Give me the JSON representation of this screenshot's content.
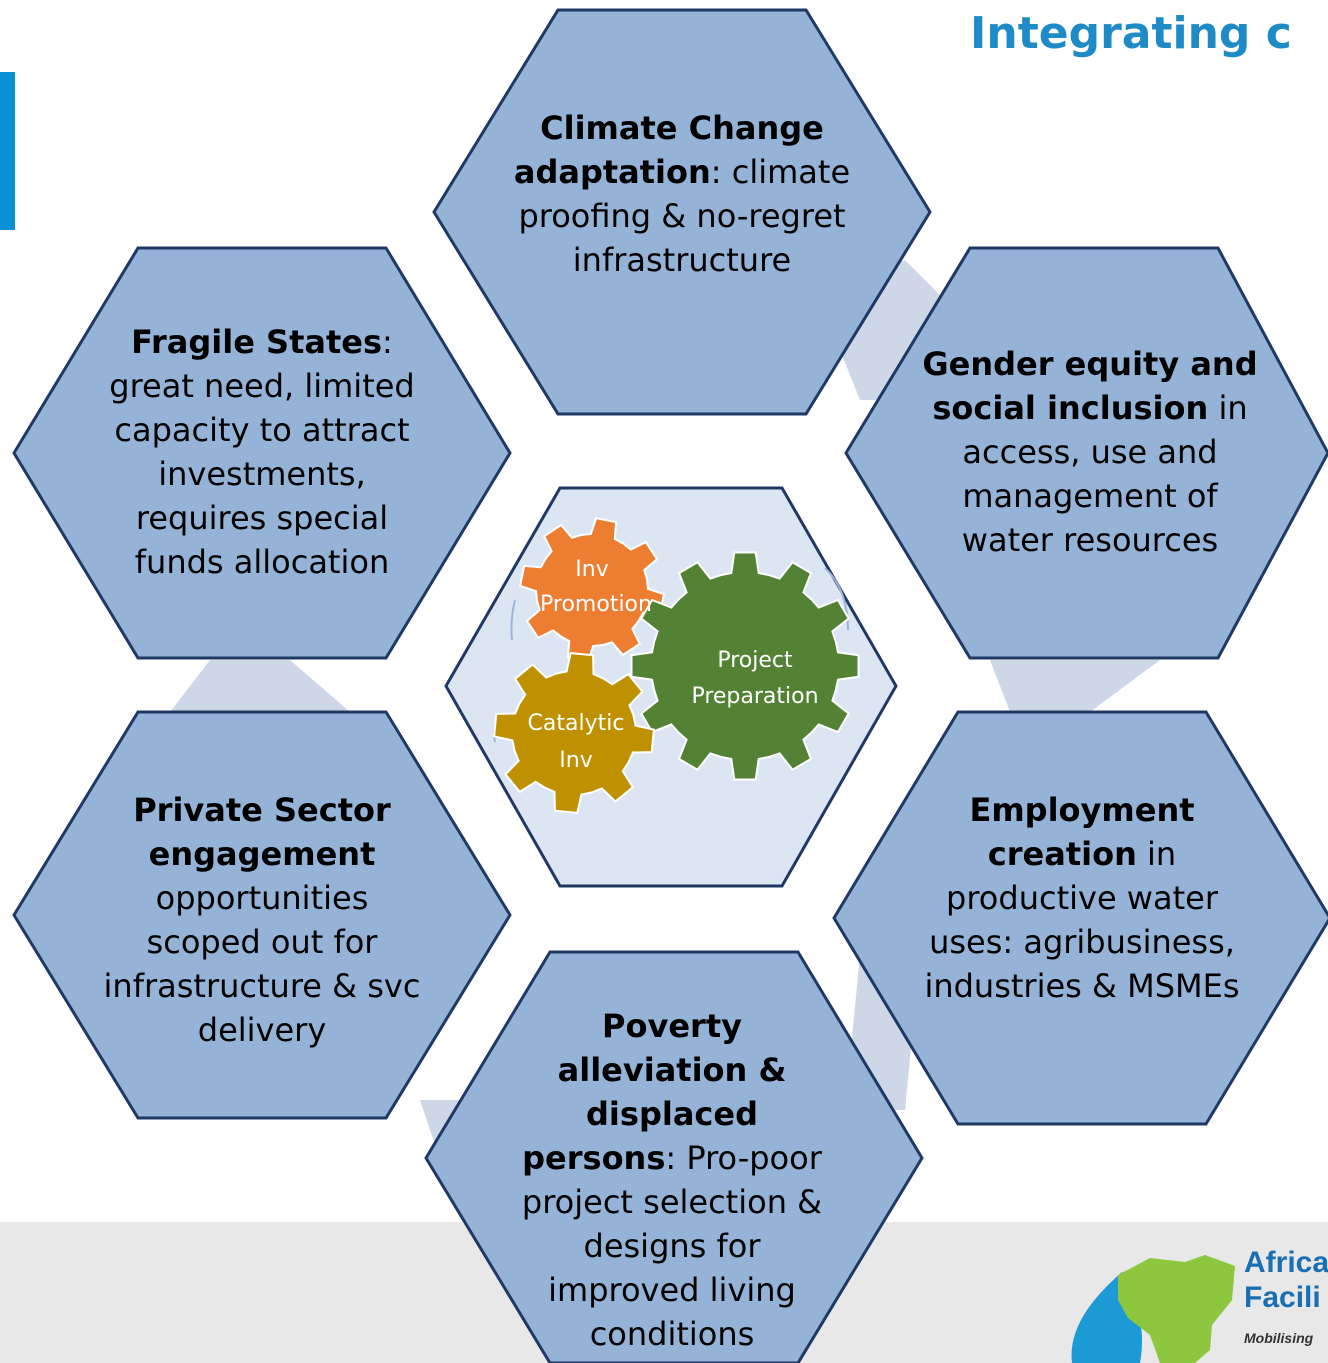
{
  "title": "Integrating c",
  "hexagons": {
    "climate": {
      "bold": "Climate Change adaptation",
      "rest": ": climate proofing & no-regret infrastructure"
    },
    "fragile": {
      "bold": "Fragile States",
      "rest": ": great need, limited capacity to attract investments, requires special funds allocation"
    },
    "gender": {
      "bold": "Gender equity and social inclusion",
      "rest": " in access, use and management of water resources"
    },
    "private": {
      "bold": "Private Sector engagement",
      "rest": " opportunities scoped out  for infrastructure & svc delivery"
    },
    "employment": {
      "bold": "Employment creation",
      "rest": " in productive water uses: agribusiness, industries & MSMEs"
    },
    "poverty": {
      "bold": "Poverty alleviation & displaced persons",
      "rest": ":  Pro-poor project selection & designs for improved living conditions"
    }
  },
  "gears": {
    "inv_promotion": {
      "line1": "Inv",
      "line2": "Promotion",
      "color": "#ed7d31"
    },
    "project_preparation": {
      "line1": "Project",
      "line2": "Preparation",
      "color": "#548235"
    },
    "catalytic_inv": {
      "line1": "Catalytic",
      "line2": "Inv",
      "color": "#bf9000"
    }
  },
  "logo": {
    "line1": "Africa",
    "line2": "Facili",
    "tagline": "Mobilising"
  },
  "colors": {
    "hex_fill": "#95b3d7",
    "hex_stroke": "#1f3864",
    "center_fill": "#dce6f2",
    "accent_bar": "#0b8fd3"
  }
}
